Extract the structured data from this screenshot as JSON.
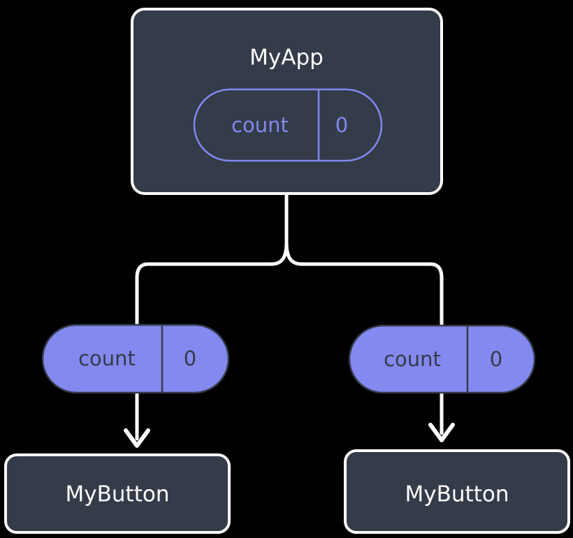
{
  "diagram": {
    "type": "component-state-tree",
    "background_color": "#000000",
    "box_fill_color": "#343b49",
    "box_border_color": "#ffffff",
    "pill_fill_color": "#8389ef",
    "pill_outline_color": "#8389ef",
    "pill_dark_text_color": "#343b49",
    "connector_color": "#ffffff",
    "title_text_color": "#ffffff"
  },
  "root": {
    "label": "MyApp",
    "state_pill": {
      "key": "count",
      "value": "0"
    }
  },
  "branches": [
    {
      "side": "left",
      "prop_pill": {
        "key": "count",
        "value": "0"
      },
      "child": {
        "label": "MyButton"
      }
    },
    {
      "side": "right",
      "prop_pill": {
        "key": "count",
        "value": "0"
      },
      "child": {
        "label": "MyButton"
      }
    }
  ]
}
